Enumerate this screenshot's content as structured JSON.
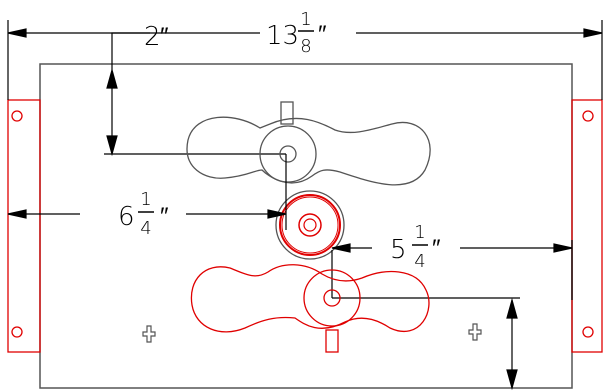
{
  "colors": {
    "plate": "#555555",
    "dimension": "#000000",
    "top_handle": "#555555",
    "bottom_handle": "#e00000",
    "bracket": "#e00000",
    "mount": "#555555"
  },
  "dimensions": {
    "overall_width": {
      "whole": "13",
      "num": "1",
      "den": "8",
      "mark": "″"
    },
    "top_offset": {
      "whole": "2",
      "num": "",
      "den": "",
      "mark": "″"
    },
    "left_offset": {
      "whole": "6",
      "num": "1",
      "den": "4",
      "mark": "″"
    },
    "right_offset": {
      "whole": "5",
      "num": "1",
      "den": "4",
      "mark": "″"
    }
  },
  "icons": {
    "mount_holes": "crosshair-plus-icon",
    "bracket_holes": "circle-hole-icon"
  }
}
